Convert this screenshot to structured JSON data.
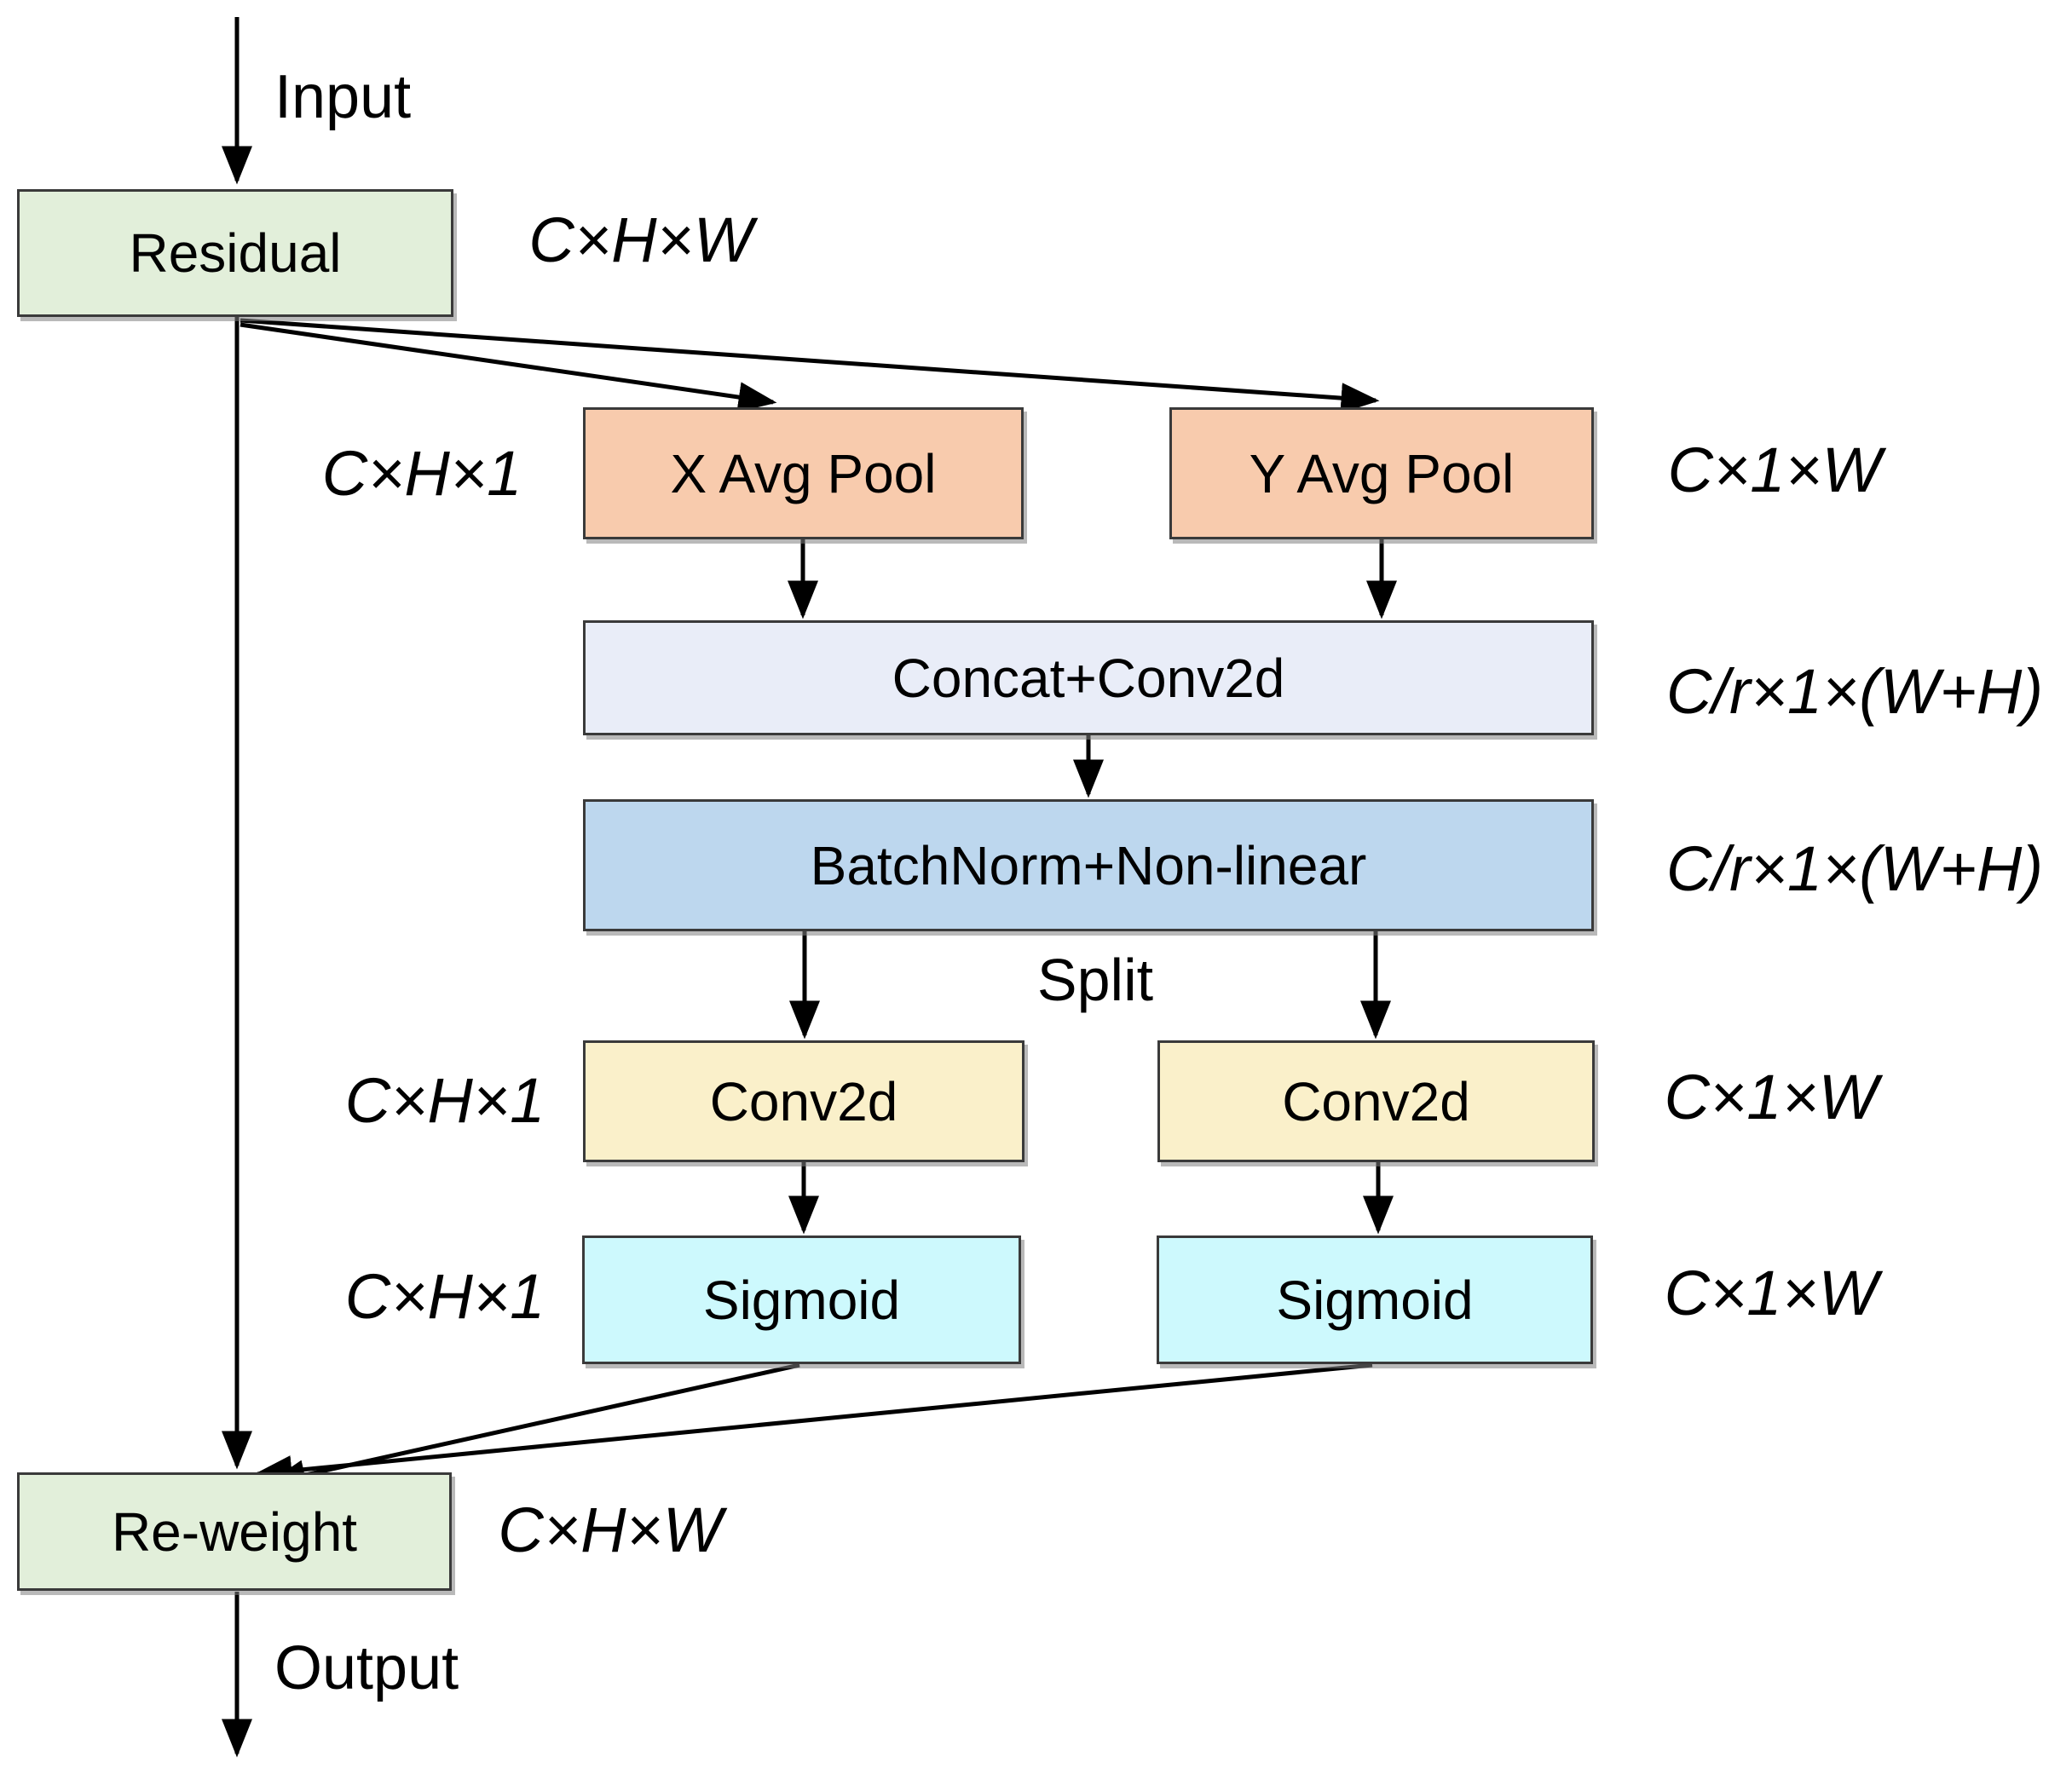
{
  "flow": {
    "input": "Input",
    "output": "Output",
    "split": "Split"
  },
  "nodes": {
    "residual": {
      "label": "Residual",
      "dim": "C×H×W"
    },
    "x_avg_pool": {
      "label": "X Avg Pool",
      "dim": "C×H×1"
    },
    "y_avg_pool": {
      "label": "Y Avg Pool",
      "dim": "C×1×W"
    },
    "concat_conv2d": {
      "label": "Concat+Conv2d",
      "dim": "C/r×1×(W+H)"
    },
    "batchnorm_nonlinear": {
      "label": "BatchNorm+Non-linear",
      "dim": "C/r×1×(W+H)"
    },
    "conv2d_x": {
      "label": "Conv2d",
      "dim": "C×H×1"
    },
    "conv2d_y": {
      "label": "Conv2d",
      "dim": "C×1×W"
    },
    "sigmoid_x": {
      "label": "Sigmoid",
      "dim": "C×H×1"
    },
    "sigmoid_y": {
      "label": "Sigmoid",
      "dim": "C×1×W"
    },
    "reweight": {
      "label": "Re-weight",
      "dim": "C×H×W"
    }
  },
  "colors": {
    "residual_fill": "#e2efda",
    "pool_fill": "#f8cbad",
    "concat_fill": "#e9edf8",
    "batchnorm_fill": "#bdd7ee",
    "conv_fill": "#faf0ca",
    "sigmoid_fill": "#cdf9fd",
    "border": "#3a3a3a",
    "line": "#000000"
  }
}
